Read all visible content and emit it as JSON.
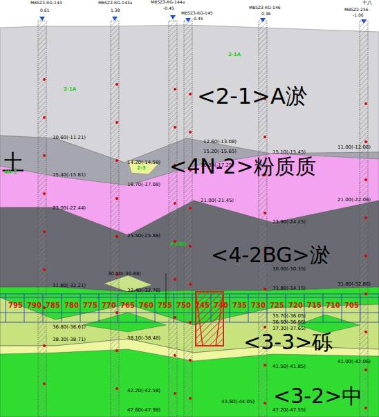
{
  "diagram": {
    "labels": [
      "MBSZ3-RG-143",
      "0.61",
      "MBSZ3-RG-143a",
      "1.38",
      "MBSZ3-RG-144a",
      "-0.45",
      "MBSZ3-RG-145",
      "-0.45",
      "MBSZ3-RG-146",
      "0.36",
      "MBSZ2-256",
      "-1.06",
      "十八",
      "<2-1>A淤",
      "土",
      "<4N-2>粉质质",
      "<4-2BG>淤",
      "<3-3>砾",
      "<3-2>中",
      "10.60(-11.21)",
      "15.40(-15.81)",
      "23.00(-22.44)",
      "31.80(-32.21)",
      "36.80(-36.61)",
      "38.30(-38.71)",
      "14.20(-14.58)",
      "16.70(-17.08)",
      "25.50(-25.88)",
      "30.50(-30.88)",
      "32.40(-32.78)",
      "38.10(-38.48)",
      "42.20(-42.58)",
      "47.60(-47.98)",
      "12.60(-13.08)",
      "15.20(-15.65)",
      "16.80(-17.25)",
      "21.00(-21.45)",
      "43.60(-44.05)",
      "15.10(-15.45)",
      "23.90(-24.25)",
      "30.00(-30.35)",
      "33.80(-34.15)",
      "35.70(-36.05)",
      "36.50(-36.86)",
      "37.30(-37.65)",
      "41.50(-41.85)",
      "47.20(-47.55)",
      "11.00(-12.06)",
      "21.00(-22.06)",
      "31.80(-32.86)",
      "41.00(-42.06)",
      "795",
      "790",
      "785",
      "780",
      "775",
      "770",
      "765",
      "760",
      "755",
      "750",
      "745",
      "740",
      "735",
      "730",
      "725",
      "720",
      "715",
      "710",
      "705",
      "2-1A",
      "2-1A",
      "2-3",
      "4N-2",
      "4-2BG"
    ]
  }
}
